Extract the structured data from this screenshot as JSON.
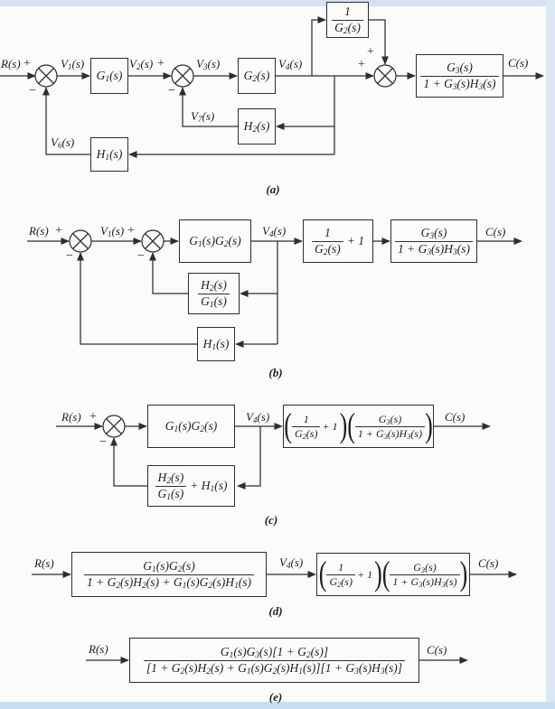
{
  "figure": {
    "paper_color": "#fbfbf9",
    "band_color": "#d2e2f3",
    "line_color": "#2e2e2e",
    "paren_open": "(",
    "paren_close": ")"
  },
  "a": {
    "caption": "(a)",
    "input": "R(s)",
    "output": "C(s)",
    "v1": "V1(s)",
    "v2": "V2(s)",
    "v3": "V3(s)",
    "v4": "V4(s)",
    "v6": "V6(s)",
    "v7": "V7(s)",
    "sum1_plus": "+",
    "sum1_minus": "−",
    "sum2_plus": "+",
    "sum2_minus": "−",
    "sum3_plus": "+",
    "sum3_top_plus": "+",
    "g1": "G1(s)",
    "g2": "G2(s)",
    "h1": "H1(s)",
    "h2": "H2(s)",
    "inv_g2": {
      "num": "1",
      "den": "G2(s)"
    },
    "g3_loop": {
      "num": "G3(s)",
      "den": "1 + G3(s)H3(s)"
    }
  },
  "b": {
    "caption": "(b)",
    "input": "R(s)",
    "output": "C(s)",
    "v1": "V1(s)",
    "v4": "V4(s)",
    "sum1_plus": "+",
    "sum1_minus": "−",
    "sum2_plus": "+",
    "sum2_minus": "−",
    "g1g2": "G1(s)G2(s)",
    "inv_g2_plus1": {
      "num": "1",
      "den": "G2(s)",
      "suffix": "+ 1"
    },
    "g3_loop": {
      "num": "G3(s)",
      "den": "1 + G3(s)H3(s)"
    },
    "h2_over_g1": {
      "num": "H2(s)",
      "den": "G1(s)"
    },
    "h1": "H1(s)"
  },
  "c": {
    "caption": "(c)",
    "input": "R(s)",
    "output": "C(s)",
    "v4": "V4(s)",
    "sum_plus": "+",
    "sum_minus": "−",
    "g1g2": "G1(s)G2(s)",
    "product": {
      "f1": {
        "num": "1",
        "den": "G2(s)"
      },
      "mid": "+ 1",
      "f2": {
        "num": "G3(s)",
        "den": "1 + G3(s)H3(s)"
      }
    },
    "feedback": {
      "num": "H2(s)",
      "den": "G1(s)",
      "suffix": "+ H1(s)"
    }
  },
  "d": {
    "caption": "(d)",
    "input": "R(s)",
    "output": "C(s)",
    "v4": "V4(s)",
    "forward": {
      "num": "G1(s)G2(s)",
      "den": "1 + G2(s)H2(s) + G1(s)G2(s)H1(s)"
    },
    "product": {
      "f1": {
        "num": "1",
        "den": "G2(s)"
      },
      "mid": "+ 1",
      "f2": {
        "num": "G3(s)",
        "den": "1 + G3(s)H3(s)"
      }
    }
  },
  "e": {
    "caption": "(e)",
    "input": "R(s)",
    "output": "C(s)",
    "transfer": {
      "num": "G1(s)G3(s)[1 + G2(s)]",
      "den": "[1 + G2(s)H2(s) + G1(s)G2(s)H1(s)][1 + G3(s)H3(s)]"
    }
  }
}
